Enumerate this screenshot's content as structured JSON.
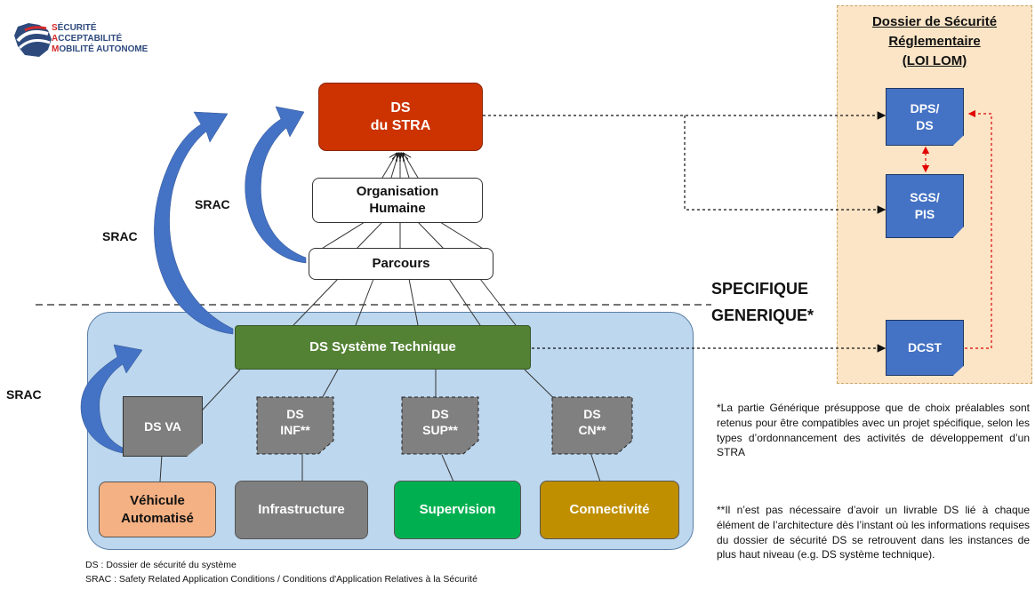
{
  "logo": {
    "line1_initial": "S",
    "line1_rest": "ÉCURITÉ",
    "line2_initial": "A",
    "line2_rest": "CCEPTABILITÉ",
    "line3_initial": "M",
    "line3_rest": "OBILITÉ AUTONOME"
  },
  "top": {
    "ds_stra": {
      "line1": "DS",
      "line2": "du STRA"
    },
    "organisation": {
      "line1": "Organisation",
      "line2": "Humaine"
    },
    "parcours": "Parcours"
  },
  "srac_labels": {
    "large": "SRAC",
    "small": "SRAC",
    "left": "SRAC"
  },
  "divider": {
    "specifique": "SPECIFIQUE",
    "generique": "GENERIQUE*"
  },
  "technical": {
    "system": "DS Système Technique",
    "docs": [
      {
        "line1": "DS VA",
        "line2": ""
      },
      {
        "line1": "DS",
        "line2": "INF**"
      },
      {
        "line1": "DS",
        "line2": "SUP**"
      },
      {
        "line1": "DS",
        "line2": "CN**"
      }
    ],
    "subsystems": [
      {
        "line1": "Véhicule",
        "line2": "Automatisé",
        "color": "#f4b183",
        "text_color": "#111111"
      },
      {
        "line1": "Infrastructure",
        "line2": "",
        "color": "#7f7f7f",
        "text_color": "#ffffff"
      },
      {
        "line1": "Supervision",
        "line2": "",
        "color": "#00b050",
        "text_color": "#ffffff"
      },
      {
        "line1": "Connectivité",
        "line2": "",
        "color": "#bf8f00",
        "text_color": "#ffffff"
      }
    ]
  },
  "dossier": {
    "title_line1": "Dossier de Sécurité",
    "title_line2": "Réglementaire",
    "title_line3": "(LOI LOM)",
    "dps": {
      "line1": "DPS/",
      "line2": "DS"
    },
    "sgs": {
      "line1": "SGS/",
      "line2": "PIS"
    },
    "dcst": "DCST"
  },
  "notes": {
    "generique": "*La partie Générique présuppose que de choix préalables sont retenus pour être compatibles avec un projet spécifique, selon les types d’ordonnancement des activités de développement d’un STRA",
    "livrable": "**Il n’est pas nécessaire d’avoir un livrable DS lié à chaque élément de l’architecture dès l’instant où les informations requises du dossier de sécurité DS se retrouvent dans les instances de plus haut niveau (e.g. DS système technique)."
  },
  "legend": {
    "ds": "DS : Dossier de sécurité du système",
    "srac": "SRAC : Safety Related Application Conditions / Conditions d'Application Relatives à la Sécurité"
  },
  "colors": {
    "ds_stra": "#cc3300",
    "system": "#548235",
    "generic_panel": "#bdd7ee",
    "dossier_panel": "#fbe5c6",
    "arrow_blue": "#4472c4"
  }
}
